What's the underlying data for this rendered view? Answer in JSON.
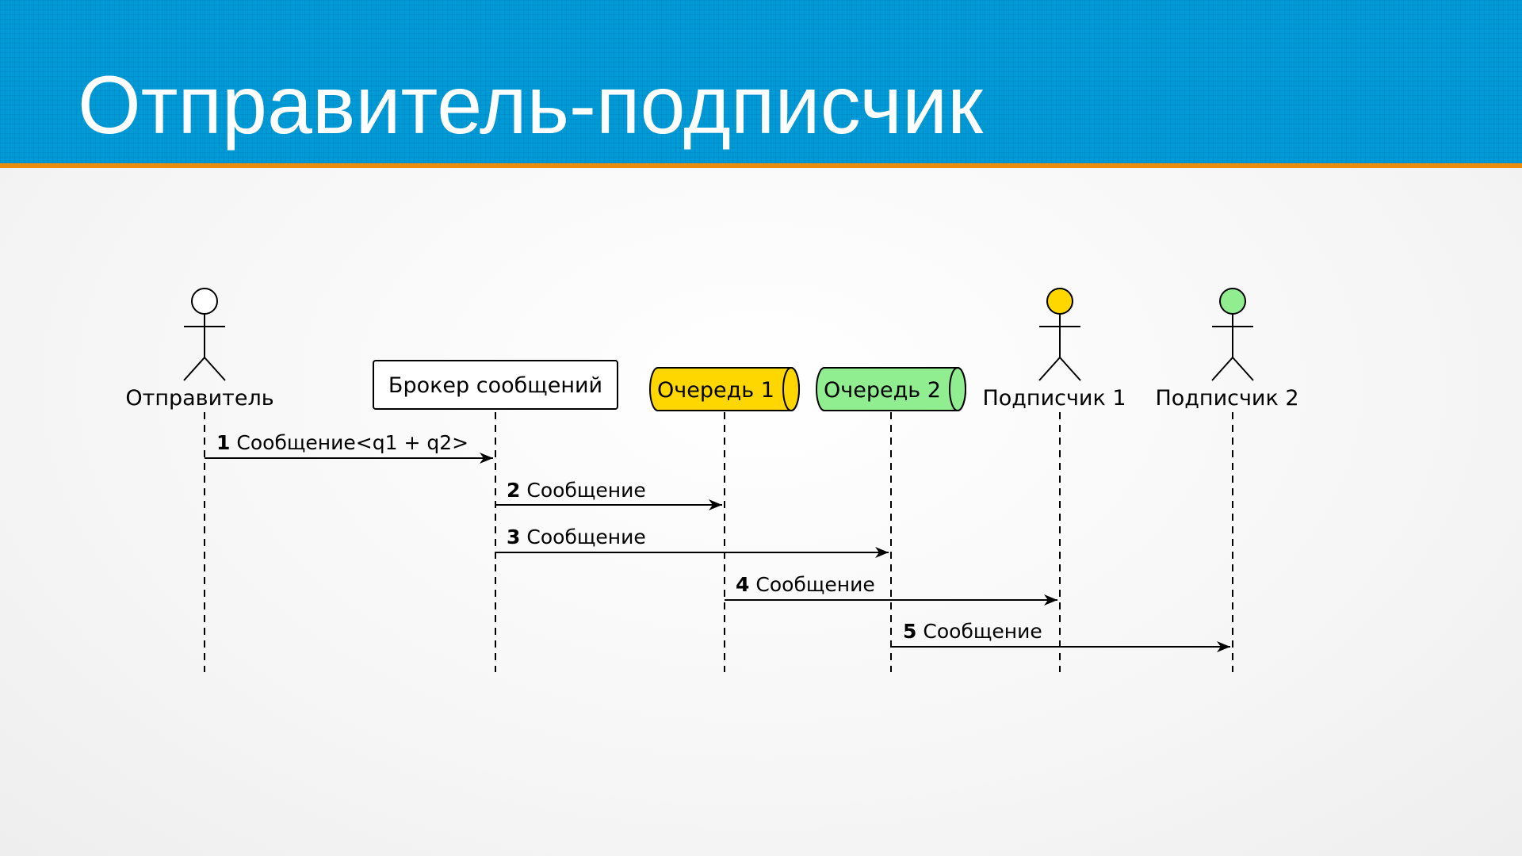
{
  "title": "Отправитель-подписчик",
  "colors": {
    "header": "#009ad6",
    "accent": "#ec8c0c",
    "queue1": "#ffd700",
    "queue2": "#90ee90",
    "subscriber1": "#ffd700",
    "subscriber2": "#90ee90"
  },
  "participants": {
    "sender": "Отправитель",
    "broker": "Брокер сообщений",
    "queue1": "Очередь 1",
    "queue2": "Очередь 2",
    "subscriber1": "Подписчик 1",
    "subscriber2": "Подписчик 2"
  },
  "messages": [
    {
      "num": "1",
      "text": "Сообщение<q1 + q2>"
    },
    {
      "num": "2",
      "text": "Сообщение"
    },
    {
      "num": "3",
      "text": "Сообщение"
    },
    {
      "num": "4",
      "text": "Сообщение"
    },
    {
      "num": "5",
      "text": "Сообщение"
    }
  ]
}
